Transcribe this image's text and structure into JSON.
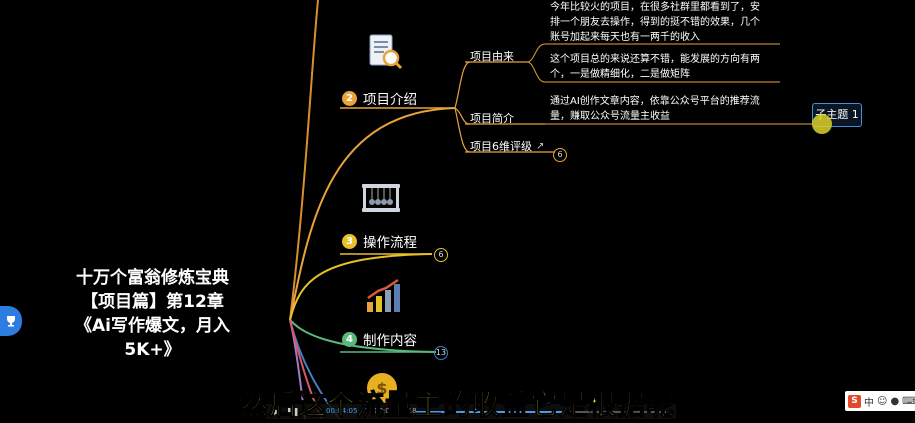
{
  "root": {
    "title_lines": [
      "十万个富翁修炼宝典",
      "【项目篇】第12章",
      "《Ai写作爆文，月入",
      "5K+》"
    ]
  },
  "branches": [
    {
      "num": "2",
      "label": "项目介绍",
      "icon": "document-search-icon",
      "color": "#e8a33a"
    },
    {
      "num": "3",
      "label": "操作流程",
      "icon": "newtons-cradle-icon",
      "color": "#e8c02a"
    },
    {
      "num": "4",
      "label": "制作内容",
      "icon": "bar-chart-growth-icon",
      "color": "#59b97b"
    }
  ],
  "subtopics": {
    "origin_label": "项目由来",
    "origin_notes": [
      {
        "lines": [
          "今年比较火的项目，在很多社群里都看到了，安",
          "排一个朋友去操作，得到的挺不错的效果，几个",
          "账号加起来每天也有一两千的收入"
        ]
      },
      {
        "lines": [
          "这个项目总的来说还算不错，能发展的方向有两",
          "个，一是做精细化，二是做矩阵"
        ]
      }
    ],
    "intro_label": "项目简介",
    "intro_note": {
      "lines": [
        "通过AI创作文章内容，依靠公众号平台的推荐流",
        "量，赚取公众号流量主收益"
      ]
    },
    "rating_label": "项目6维评级",
    "rating_count": "6"
  },
  "counts": {
    "process": "6",
    "content": "13"
  },
  "topic_box": "子主题 1",
  "subtitle": "然后这个流量主的收益它是根据呢",
  "player": {
    "current_time": "00:04:05.01",
    "total_time": "00:06:46.18"
  },
  "ime": {
    "logo": "S",
    "lang": "中"
  },
  "colors": {
    "orange": "#e8a33a",
    "yellow": "#e8c02a",
    "green": "#59b97b",
    "blue": "#3f7fc4",
    "subtitle": "#f1e049"
  }
}
